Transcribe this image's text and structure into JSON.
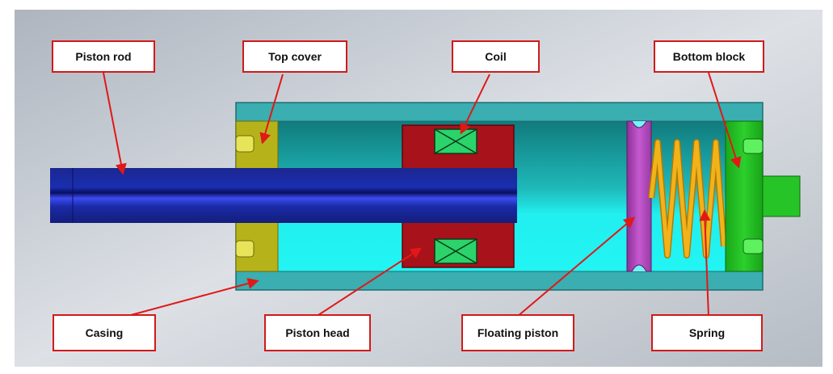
{
  "diagram": {
    "labels": {
      "piston_rod": "Piston rod",
      "top_cover": "Top cover",
      "coil": "Coil",
      "bottom_block": "Bottom block",
      "casing": "Casing",
      "piston_head": "Piston head",
      "floating_piston": "Floating piston",
      "spring": "Spring"
    },
    "colors": {
      "label_border": "#d11a1a",
      "arrow": "#e01818",
      "background": "#c9ced4",
      "casing": "#3aaeb0",
      "chamber": "#22f2f2",
      "piston_rod": "#1a2a9a",
      "top_cover": "#b6b21a",
      "piston_head": "#a8121a",
      "coil": "#2bd36a",
      "floating_piston": "#b04ab8",
      "spring": "#f2b21a",
      "bottom_block": "#1fb51f"
    }
  }
}
